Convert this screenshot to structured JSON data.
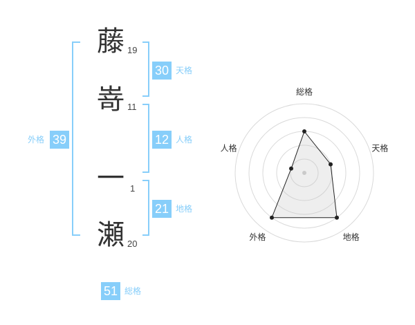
{
  "name": {
    "characters": [
      {
        "char": "藤",
        "strokes": "19"
      },
      {
        "char": "嵜",
        "strokes": "11"
      },
      {
        "char": "一",
        "strokes": "1"
      },
      {
        "char": "瀬",
        "strokes": "20"
      }
    ]
  },
  "fortunes": {
    "tenkaku": {
      "value": "30",
      "label": "天格"
    },
    "jinkaku": {
      "value": "12",
      "label": "人格"
    },
    "chikaku": {
      "value": "21",
      "label": "地格"
    },
    "gaikaku": {
      "value": "39",
      "label": "外格"
    },
    "soukaku": {
      "value": "51",
      "label": "総格"
    }
  },
  "colors": {
    "accent": "#87cefa",
    "text": "#333333"
  },
  "chart_data": {
    "type": "radar",
    "axes": [
      "総格",
      "天格",
      "地格",
      "外格",
      "人格"
    ],
    "levels": 5,
    "values": [
      3,
      2,
      4,
      4,
      1
    ],
    "max": 4,
    "grid": true
  }
}
